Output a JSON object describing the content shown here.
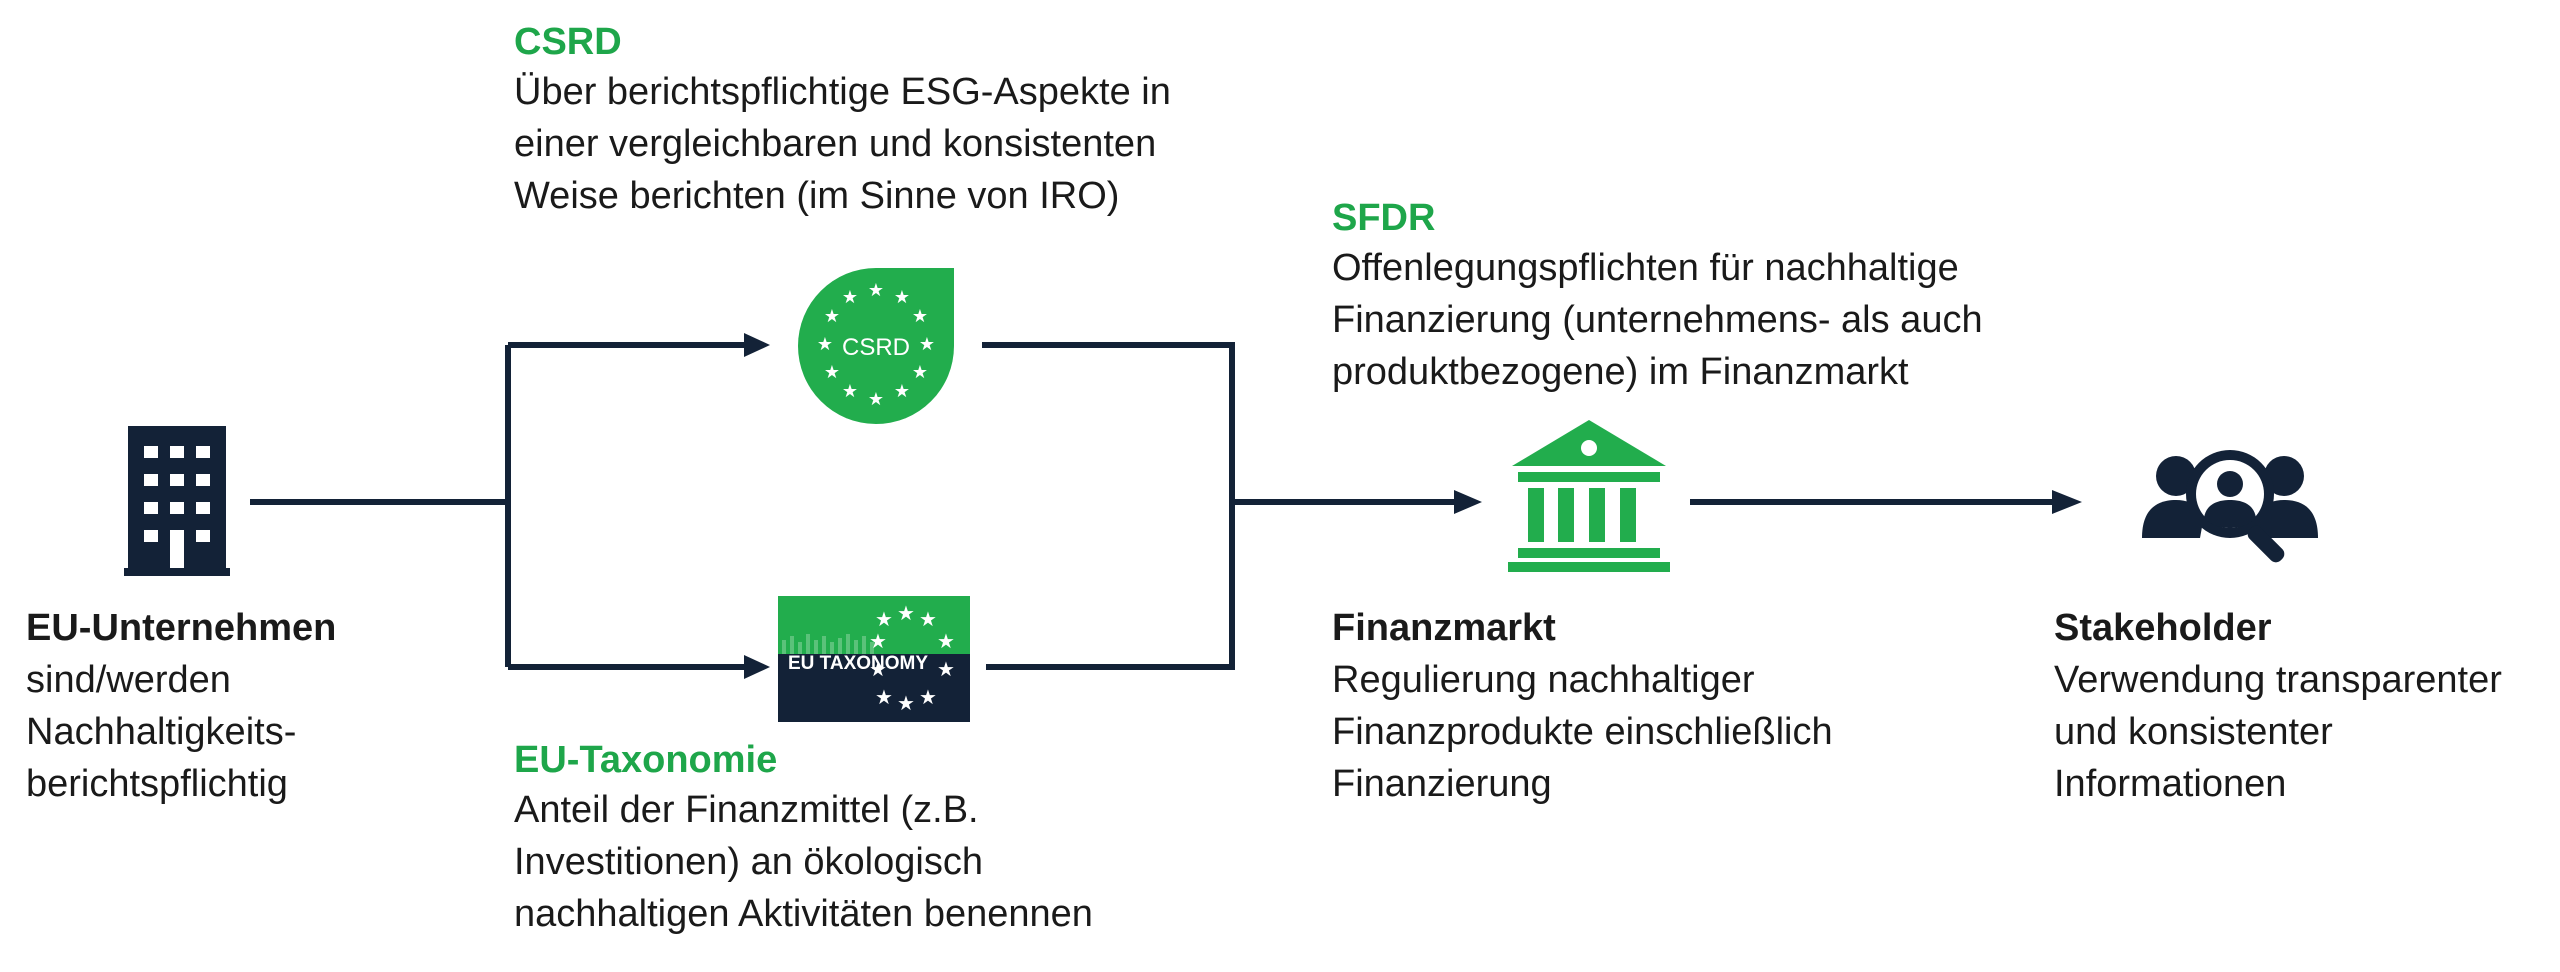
{
  "colors": {
    "connector": "#132237",
    "green": "#1ea64a",
    "green_icon": "#22ad4d",
    "navy_icon": "#132237"
  },
  "icons": {
    "company": "office-building-icon",
    "csrd": "csrd-eu-stars-logo",
    "taxonomy": "eu-taxonomy-flag-logo",
    "finance": "bank-building-icon",
    "stakeholder": "people-search-icon"
  },
  "csrd": {
    "title": "CSRD",
    "text": "Über berichtspflichtige ESG-Aspekte in\neiner vergleichbaren und konsistenten\nWeise berichten (im Sinne von IRO)",
    "logo_text": "CSRD"
  },
  "taxonomy": {
    "title": "EU-Taxonomie",
    "text": "Anteil der Finanzmittel (z.B.\nInvestitionen) an ökologisch\nnachhaltigen Aktivitäten benennen",
    "logo_text": "EU TAXONOMY"
  },
  "sfdr": {
    "title": "SFDR",
    "text": "Offenlegungspflichten für nachhaltige\nFinanzierung (unternehmens- als auch\nproduktbezogene) im Finanzmarkt"
  },
  "company": {
    "title": "EU-Unternehmen",
    "text": "sind/werden\nNachhaltigkeits-\nberichtspflichtig"
  },
  "finance": {
    "title": "Finanzmarkt",
    "text": "Regulierung nachhaltiger\nFinanzprodukte einschließlich\nFinanzierung"
  },
  "stakeholder": {
    "title": "Stakeholder",
    "text": "Verwendung transparenter\nund konsistenter\nInformationen"
  }
}
